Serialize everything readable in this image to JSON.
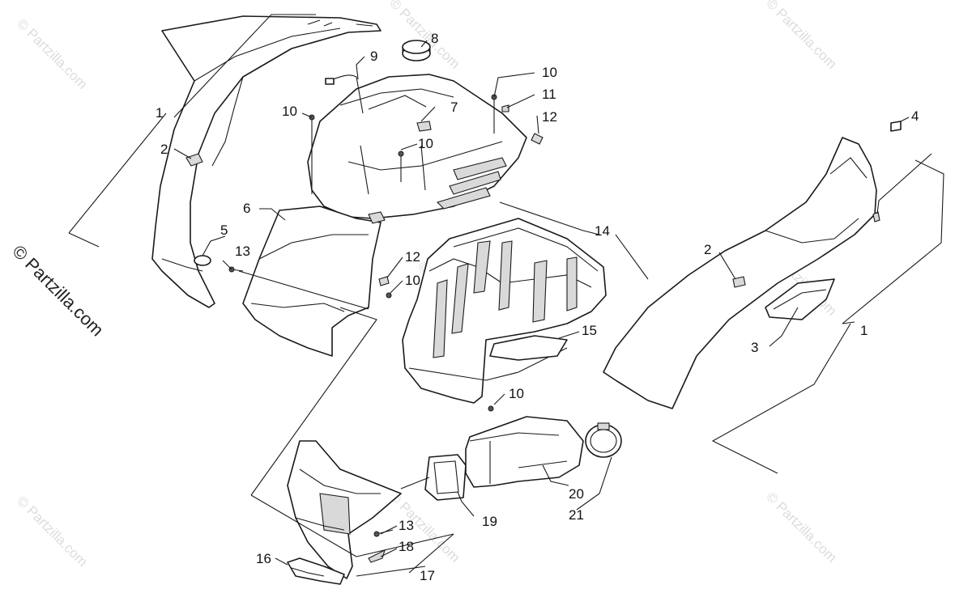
{
  "watermark": {
    "tile_text": "© Partzilla.com",
    "side_text": "© Partzilla.com"
  },
  "callouts": {
    "c1a": "1",
    "c2a": "2",
    "c5": "5",
    "c13a": "13",
    "c6": "6",
    "c10a": "10",
    "c9": "9",
    "c8": "8",
    "c7": "7",
    "c10b": "10",
    "c10c": "10",
    "c11": "11",
    "c12a": "12",
    "c12b": "12",
    "c10d": "10",
    "c14": "14",
    "c15": "15",
    "c10e": "10",
    "c4": "4",
    "c2b": "2",
    "c3": "3",
    "c1b": "1",
    "c20": "20",
    "c21": "21",
    "c19": "19",
    "c13b": "13",
    "c18": "18",
    "c16": "16",
    "c17": "17"
  }
}
